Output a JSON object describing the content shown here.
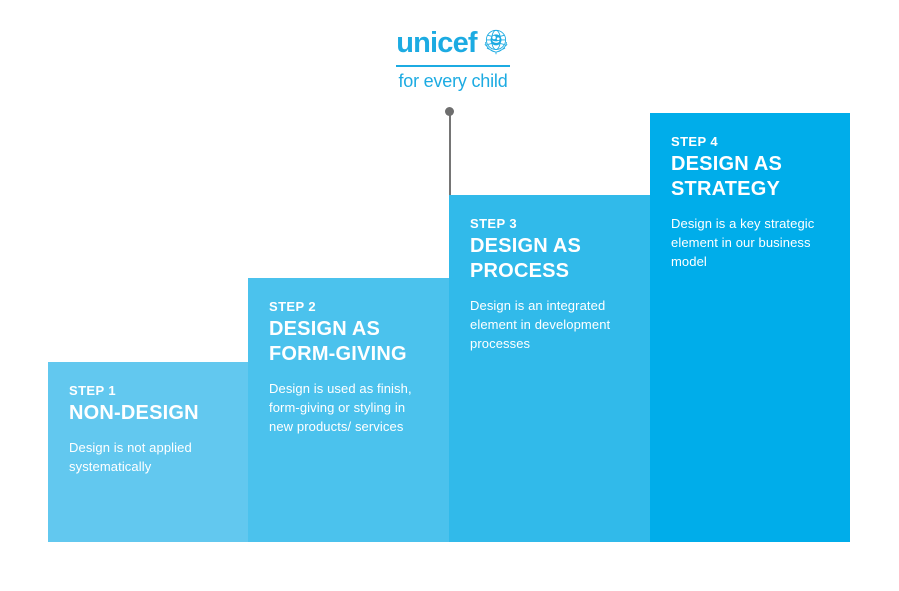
{
  "logo": {
    "brand": "unicef",
    "tagline": "for every child",
    "color": "#1CABE2",
    "emblem_icon": "unicef-globe-mother-child-icon"
  },
  "connector": {
    "line_color": "#757575",
    "dot_color": "#6E6E6E"
  },
  "steps": [
    {
      "label": "STEP 1",
      "title": "NON-DESIGN",
      "description": "Design is not applied\nsystematically",
      "color": "#62C8EF"
    },
    {
      "label": "STEP 2",
      "title": "DESIGN AS\nFORM-GIVING",
      "description": "Design is used as finish,\nform-giving or styling in\nnew products/ services",
      "color": "#4BC2ED"
    },
    {
      "label": "STEP 3",
      "title": "DESIGN AS\nPROCESS",
      "description": "Design is an integrated\nelement in development\nprocesses",
      "color": "#31BAEA"
    },
    {
      "label": "STEP 4",
      "title": "DESIGN AS\nSTRATEGY",
      "description": "Design is a key strategic\nelement in our business\nmodel",
      "color": "#00ADEA"
    }
  ],
  "text_color": "#FFFFFF",
  "background": "#FFFFFF"
}
